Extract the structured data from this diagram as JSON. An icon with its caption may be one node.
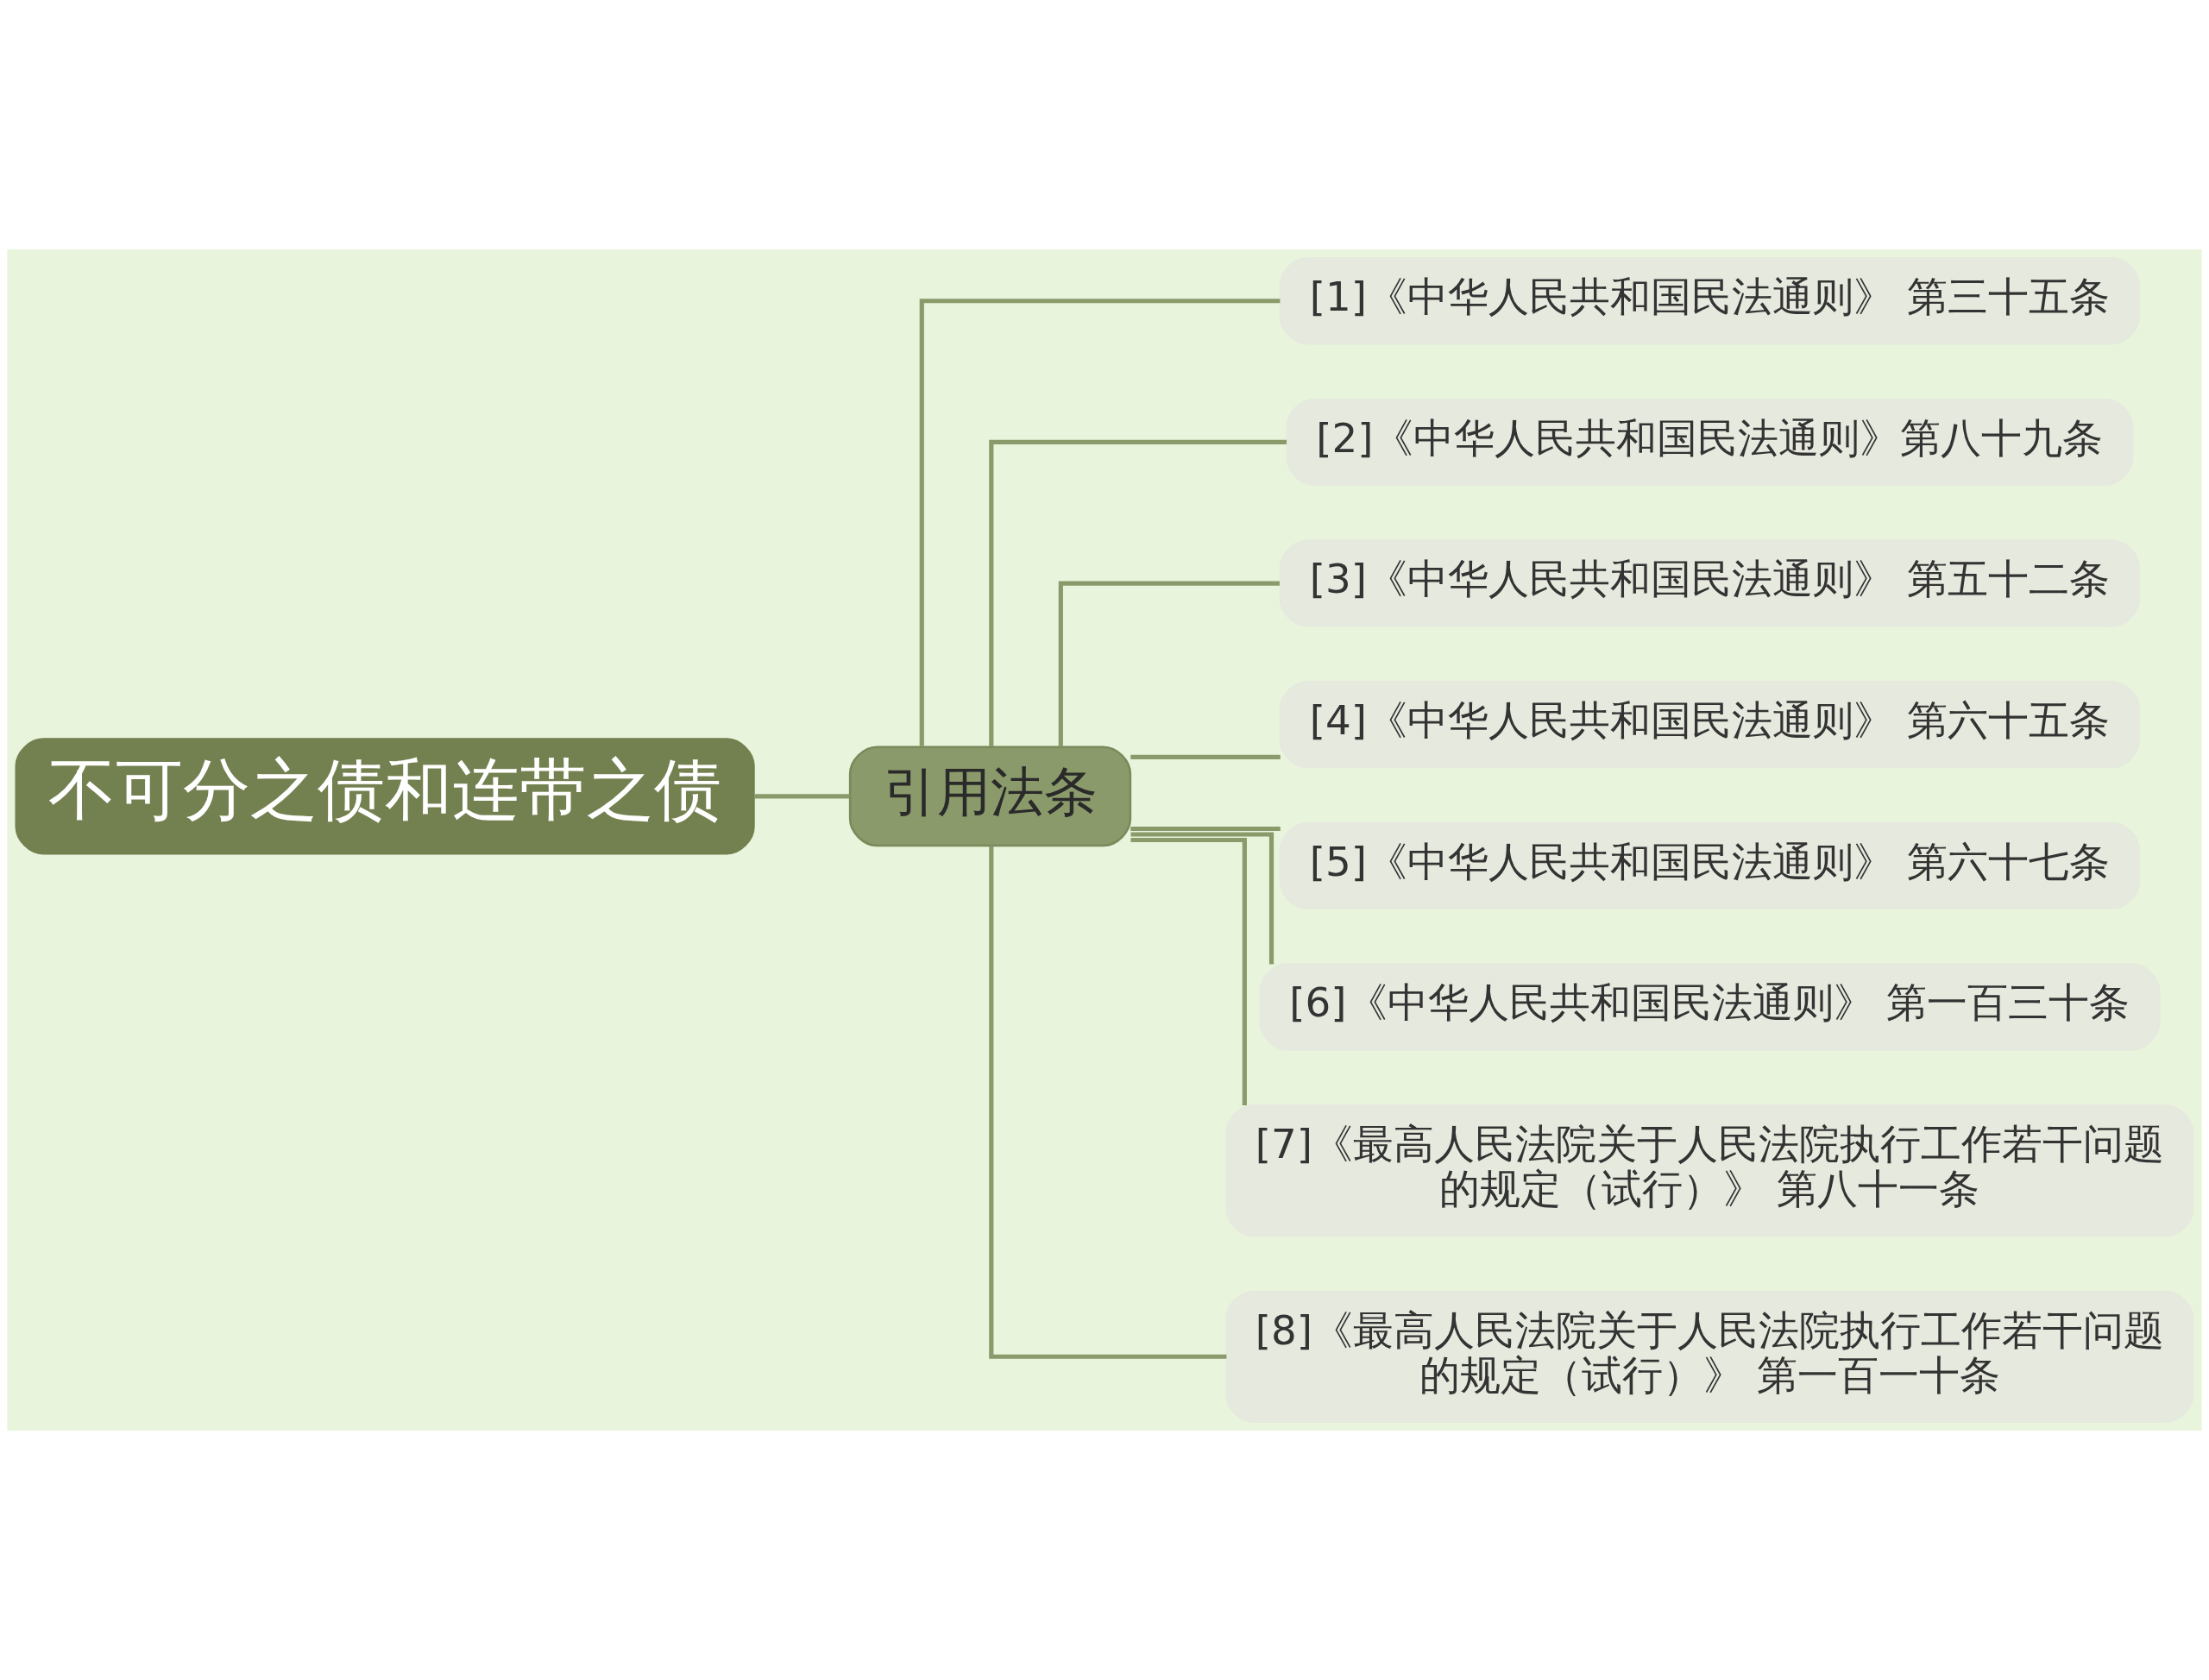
{
  "diagram": {
    "nodes": [
      {
        "text": [
          "不可分之债和连带之债"
        ]
      },
      {
        "text": [
          "引用法条"
        ]
      },
      {
        "text": [
          "[1]《中华人民共和国民法通则》 第三十五条"
        ]
      },
      {
        "text": [
          "[2]《中华人民共和国民法通则》第八十九条"
        ]
      },
      {
        "text": [
          "[3]《中华人民共和国民法通则》 第五十二条"
        ]
      },
      {
        "text": [
          "[4]《中华人民共和国民法通则》 第六十五条"
        ]
      },
      {
        "text": [
          "[5]《中华人民共和国民法通则》 第六十七条"
        ]
      },
      {
        "text": [
          "[6]《中华人民共和国民法通则》 第一百三十条"
        ]
      },
      {
        "text": [
          "[7]《最高人民法院关于人民法院执行工作若干问题的规定（试行）》 第八十一条"
        ]
      },
      {
        "text": [
          "[8]《最高人民法院关于人民法院执行工作若干问题的规定（试行）》 第一百一十条"
        ]
      }
    ],
    "edges": [
      {
        "from": 0,
        "to": 1,
        "arrow": "none"
      },
      {
        "from": 1,
        "to": 2,
        "arrow": "none"
      },
      {
        "from": 1,
        "to": 3,
        "arrow": "none"
      },
      {
        "from": 1,
        "to": 4,
        "arrow": "none"
      },
      {
        "from": 1,
        "to": 5,
        "arrow": "none"
      },
      {
        "from": 1,
        "to": 6,
        "arrow": "none"
      },
      {
        "from": 1,
        "to": 7,
        "arrow": "none"
      },
      {
        "from": 1,
        "to": 8,
        "arrow": "none"
      },
      {
        "from": 1,
        "to": 9,
        "arrow": "none"
      }
    ]
  }
}
